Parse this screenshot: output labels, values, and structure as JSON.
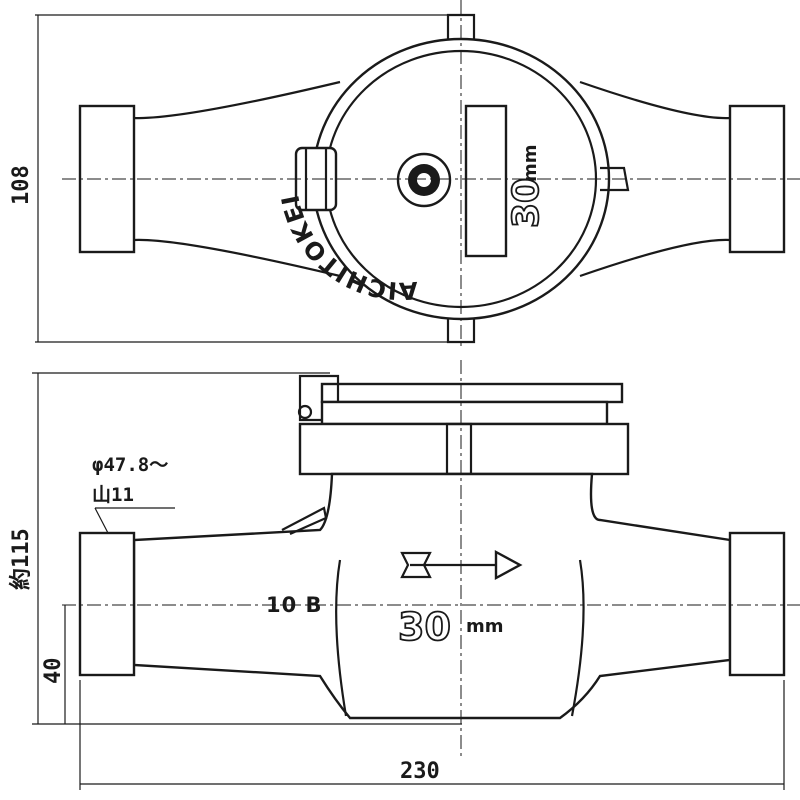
{
  "dimensions": {
    "height_top": "108",
    "height_side": "約115",
    "center_height": "40",
    "length": "230",
    "thread_dia": "φ47.8～",
    "thread_count": "山11"
  },
  "labels": {
    "brand": "AICHITOKEI",
    "size_top": "30",
    "size_top_unit": "mm",
    "size_side": "30",
    "size_side_unit": "mm",
    "grade": "10 B"
  }
}
